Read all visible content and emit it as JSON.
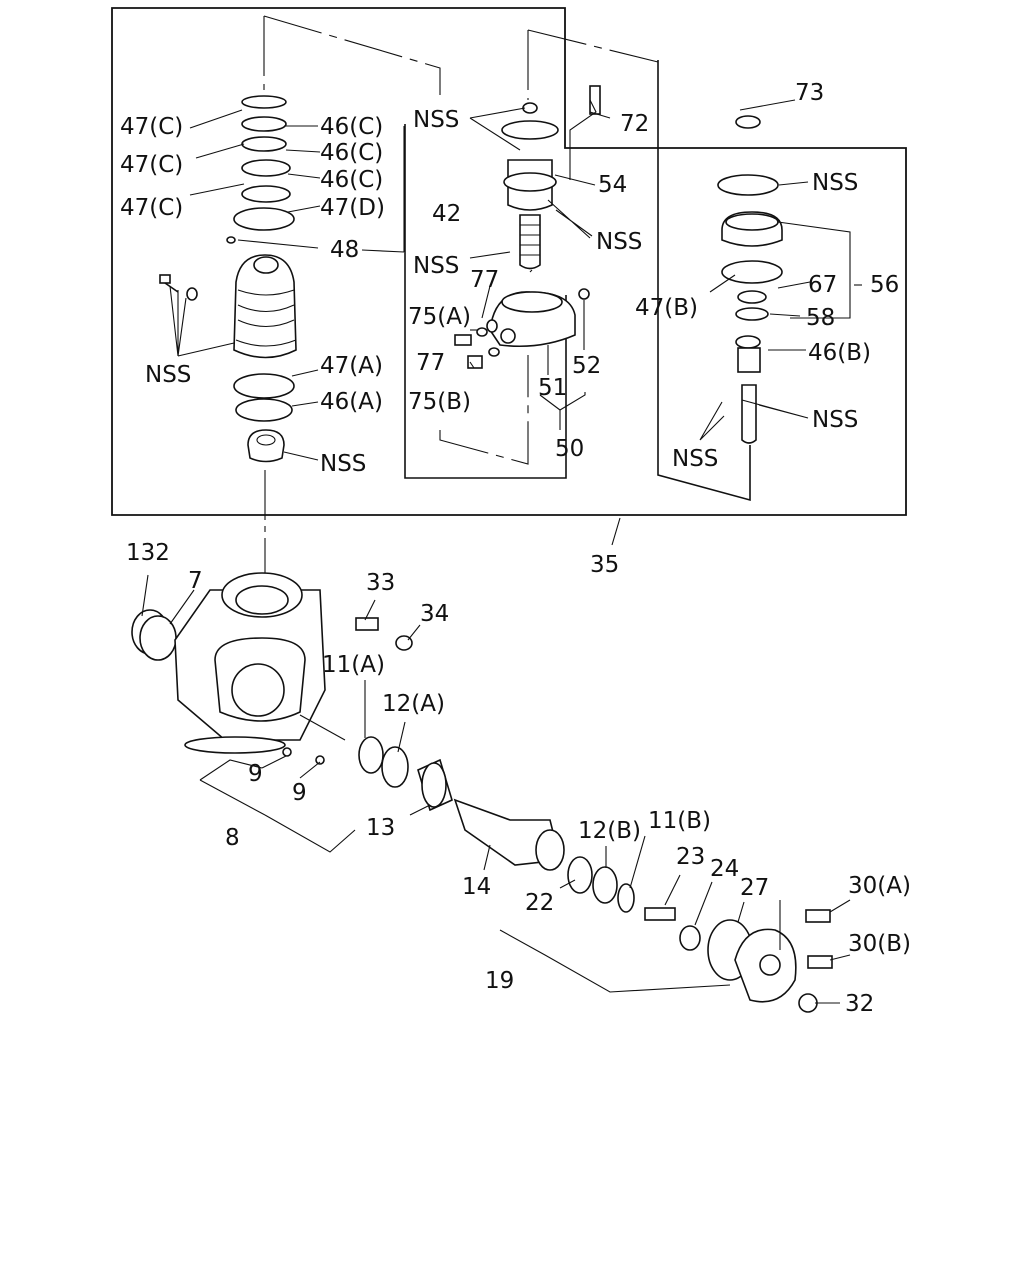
{
  "labels": {
    "l47c1": "47(C)",
    "l47c2": "47(C)",
    "l47c3": "47(C)",
    "l46c1": "46(C)",
    "l46c2": "46(C)",
    "l46c3": "46(C)",
    "l47d": "47(D)",
    "l48": "48",
    "nss1": "NSS",
    "nss2": "NSS",
    "nss3": "NSS",
    "nss4": "NSS",
    "nss5": "NSS",
    "nss6": "NSS",
    "nss7": "NSS",
    "nss8": "NSS",
    "l47a": "47(A)",
    "l46a": "46(A)",
    "l42": "42",
    "l54": "54",
    "l72": "72",
    "l73": "73",
    "l77a": "77",
    "l77b": "77",
    "l75a": "75(A)",
    "l75b": "75(B)",
    "l51": "51",
    "l52": "52",
    "l50": "50",
    "l47b": "47(B)",
    "l67": "67",
    "l56": "56",
    "l58": "58",
    "l46b": "46(B)",
    "l35": "35",
    "l132": "132",
    "l7": "7",
    "l33": "33",
    "l34": "34",
    "l11a": "11(A)",
    "l12a": "12(A)",
    "l9a": "9",
    "l9b": "9",
    "l8": "8",
    "l13": "13",
    "l14": "14",
    "l12b": "12(B)",
    "l11b": "11(B)",
    "l22": "22",
    "l23": "23",
    "l24": "24",
    "l27": "27",
    "l30a": "30(A)",
    "l30b": "30(B)",
    "l19": "19",
    "l32": "32"
  }
}
